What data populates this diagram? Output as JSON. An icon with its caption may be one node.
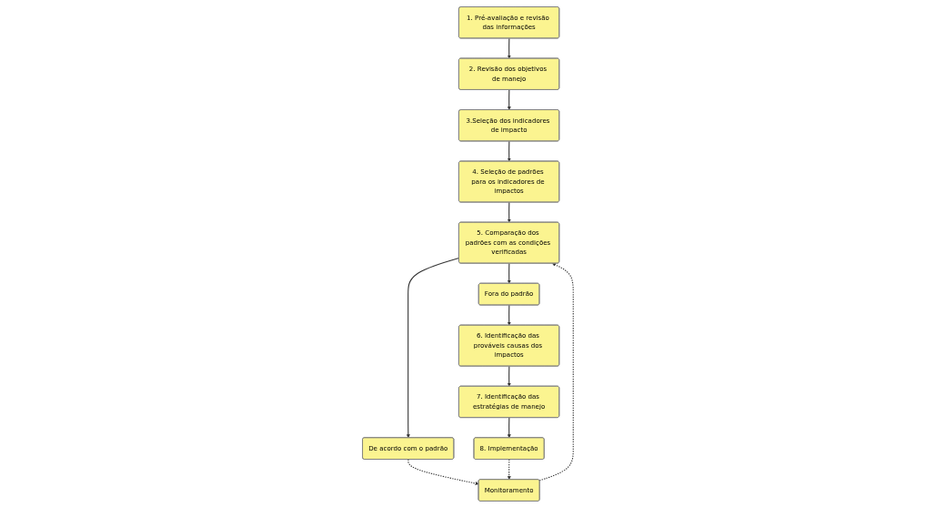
{
  "diagram": {
    "nodes": [
      {
        "text": [
          "1. Pré-avaliação e revisão das informações"
        ]
      },
      {
        "text": [
          "2. Revisão dos objetivos de manejo"
        ]
      },
      {
        "text": [
          "3.Seleção dos indicadores de impacto"
        ]
      },
      {
        "text": [
          "4. Seleção de padrões para os indicadores de impactos"
        ]
      },
      {
        "text": [
          "5. Comparação dos padrões com as condições verificadas"
        ]
      },
      {
        "text": [
          "Fora do padrão"
        ]
      },
      {
        "text": [
          "De acordo com o padrão"
        ]
      },
      {
        "text": [
          "6. Identificação das prováveis causas dos impactos"
        ]
      },
      {
        "text": [
          "Monitoramento"
        ]
      },
      {
        "text": [
          "7. Identificação das estratégias de manejo"
        ]
      },
      {
        "text": [
          "8. Implementação"
        ]
      }
    ],
    "edges": [
      {
        "from": 0,
        "to": 1,
        "arrow": "to"
      },
      {
        "from": 1,
        "to": 2,
        "arrow": "to"
      },
      {
        "from": 2,
        "to": 3,
        "arrow": "to"
      },
      {
        "from": 3,
        "to": 4,
        "arrow": "to"
      },
      {
        "from": 4,
        "to": 5,
        "arrow": "to"
      },
      {
        "from": 4,
        "to": 6,
        "arrow": "to"
      },
      {
        "from": 5,
        "to": 7,
        "arrow": "to"
      },
      {
        "from": 6,
        "to": 8,
        "arrow": "to",
        "style": "dashed"
      },
      {
        "from": 7,
        "to": 9,
        "arrow": "to"
      },
      {
        "from": 9,
        "to": 10,
        "arrow": "to"
      },
      {
        "from": 10,
        "to": 8,
        "arrow": "to",
        "style": "dashed"
      },
      {
        "from": 8,
        "to": 4,
        "arrow": "to",
        "style": "dashed"
      }
    ]
  }
}
